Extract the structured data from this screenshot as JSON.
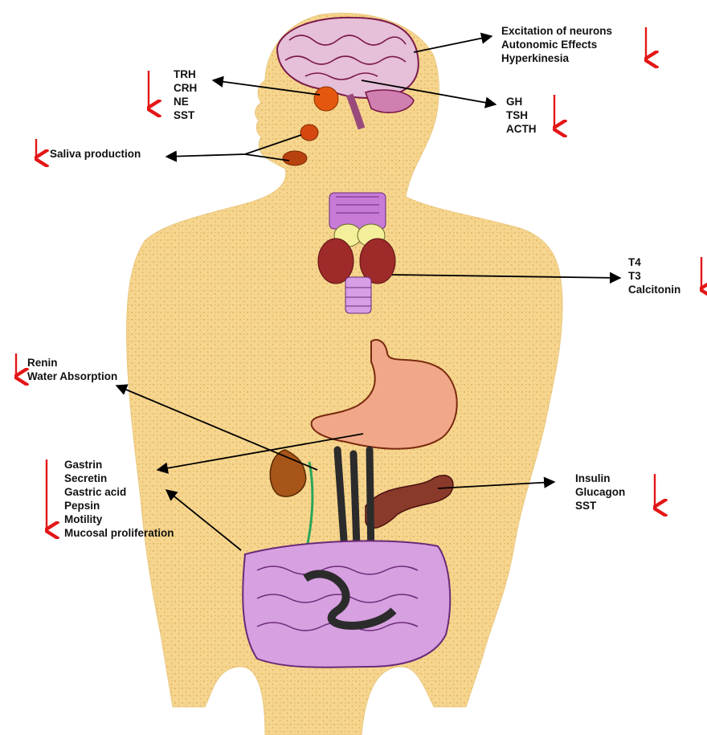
{
  "colors": {
    "skin": "#f6d58e",
    "skin_dots": "#d9a94e",
    "brain": "#d9a6c6",
    "gland": "#d4480f",
    "thyroid": "#9e2a2a",
    "intestine": "#d7a0e0",
    "arrow_down": "#e41616",
    "pointer": "#000000"
  },
  "labels": {
    "brain_effects": [
      "Excitation of neurons",
      "Autonomic Effects",
      "Hyperkinesia"
    ],
    "hypothalamus": [
      "TRH",
      "CRH",
      "NE",
      "SST"
    ],
    "pituitary": [
      "GH",
      "TSH",
      "ACTH"
    ],
    "salivary": [
      "Saliva production"
    ],
    "thyroid": [
      "T4",
      "T3",
      "Calcitonin"
    ],
    "kidney": [
      "Renin",
      "Water Absorption"
    ],
    "gi_tract": [
      "Gastrin",
      "Secretin",
      "Gastric acid",
      "Pepsin",
      "Motility",
      "Mucosal proliferation"
    ],
    "pancreas": [
      "Insulin",
      "Glucagon",
      "SST"
    ]
  },
  "effect_direction": "decrease"
}
